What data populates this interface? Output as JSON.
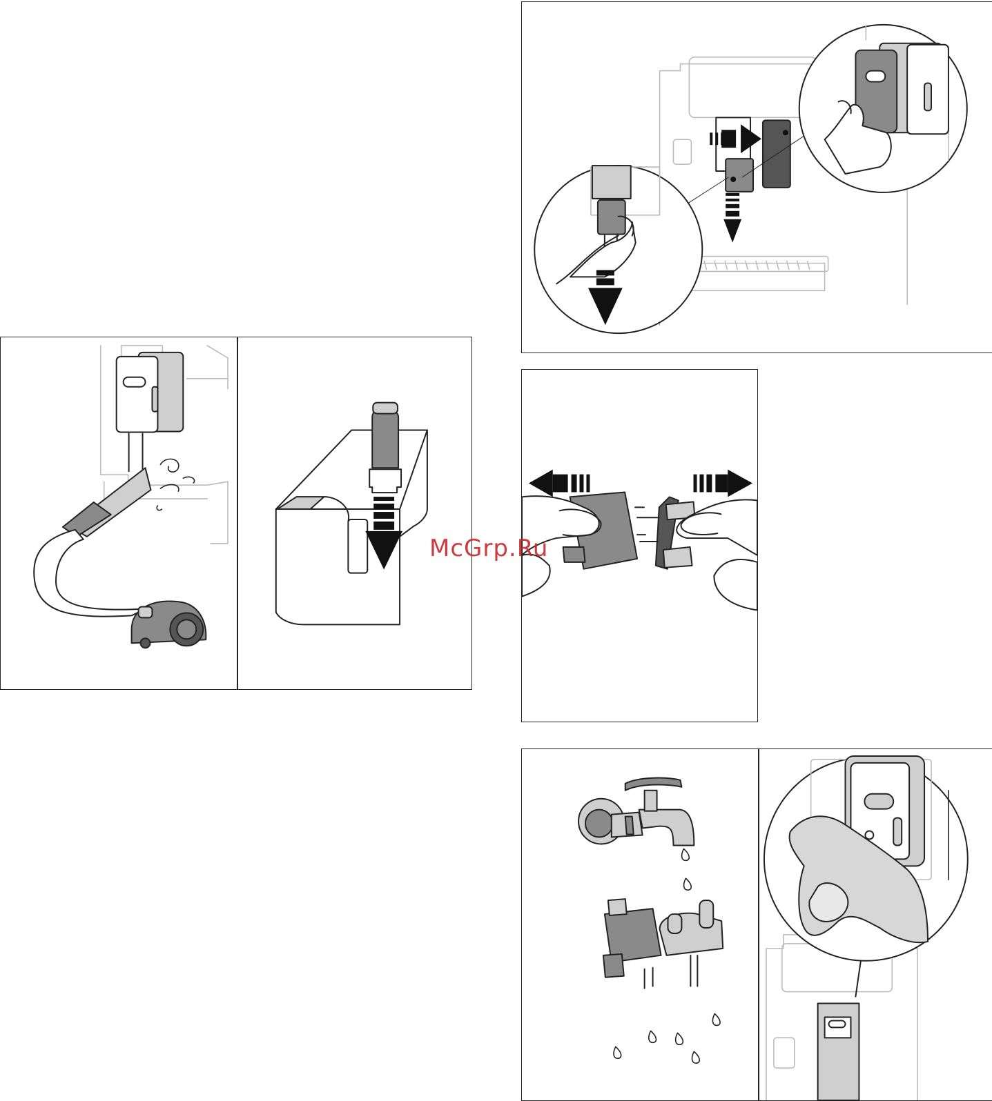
{
  "watermark": {
    "text": "McGrp.Ru",
    "color": "#c8262b"
  },
  "figures": [
    {
      "name": "remove-water-spout-assembly"
    },
    {
      "name": "vacuum-clean-compartment"
    },
    {
      "name": "insert-filter-into-tank"
    },
    {
      "name": "separate-spout-parts"
    },
    {
      "name": "rinse-parts-under-tap"
    },
    {
      "name": "wipe-compartment-with-cloth"
    }
  ]
}
